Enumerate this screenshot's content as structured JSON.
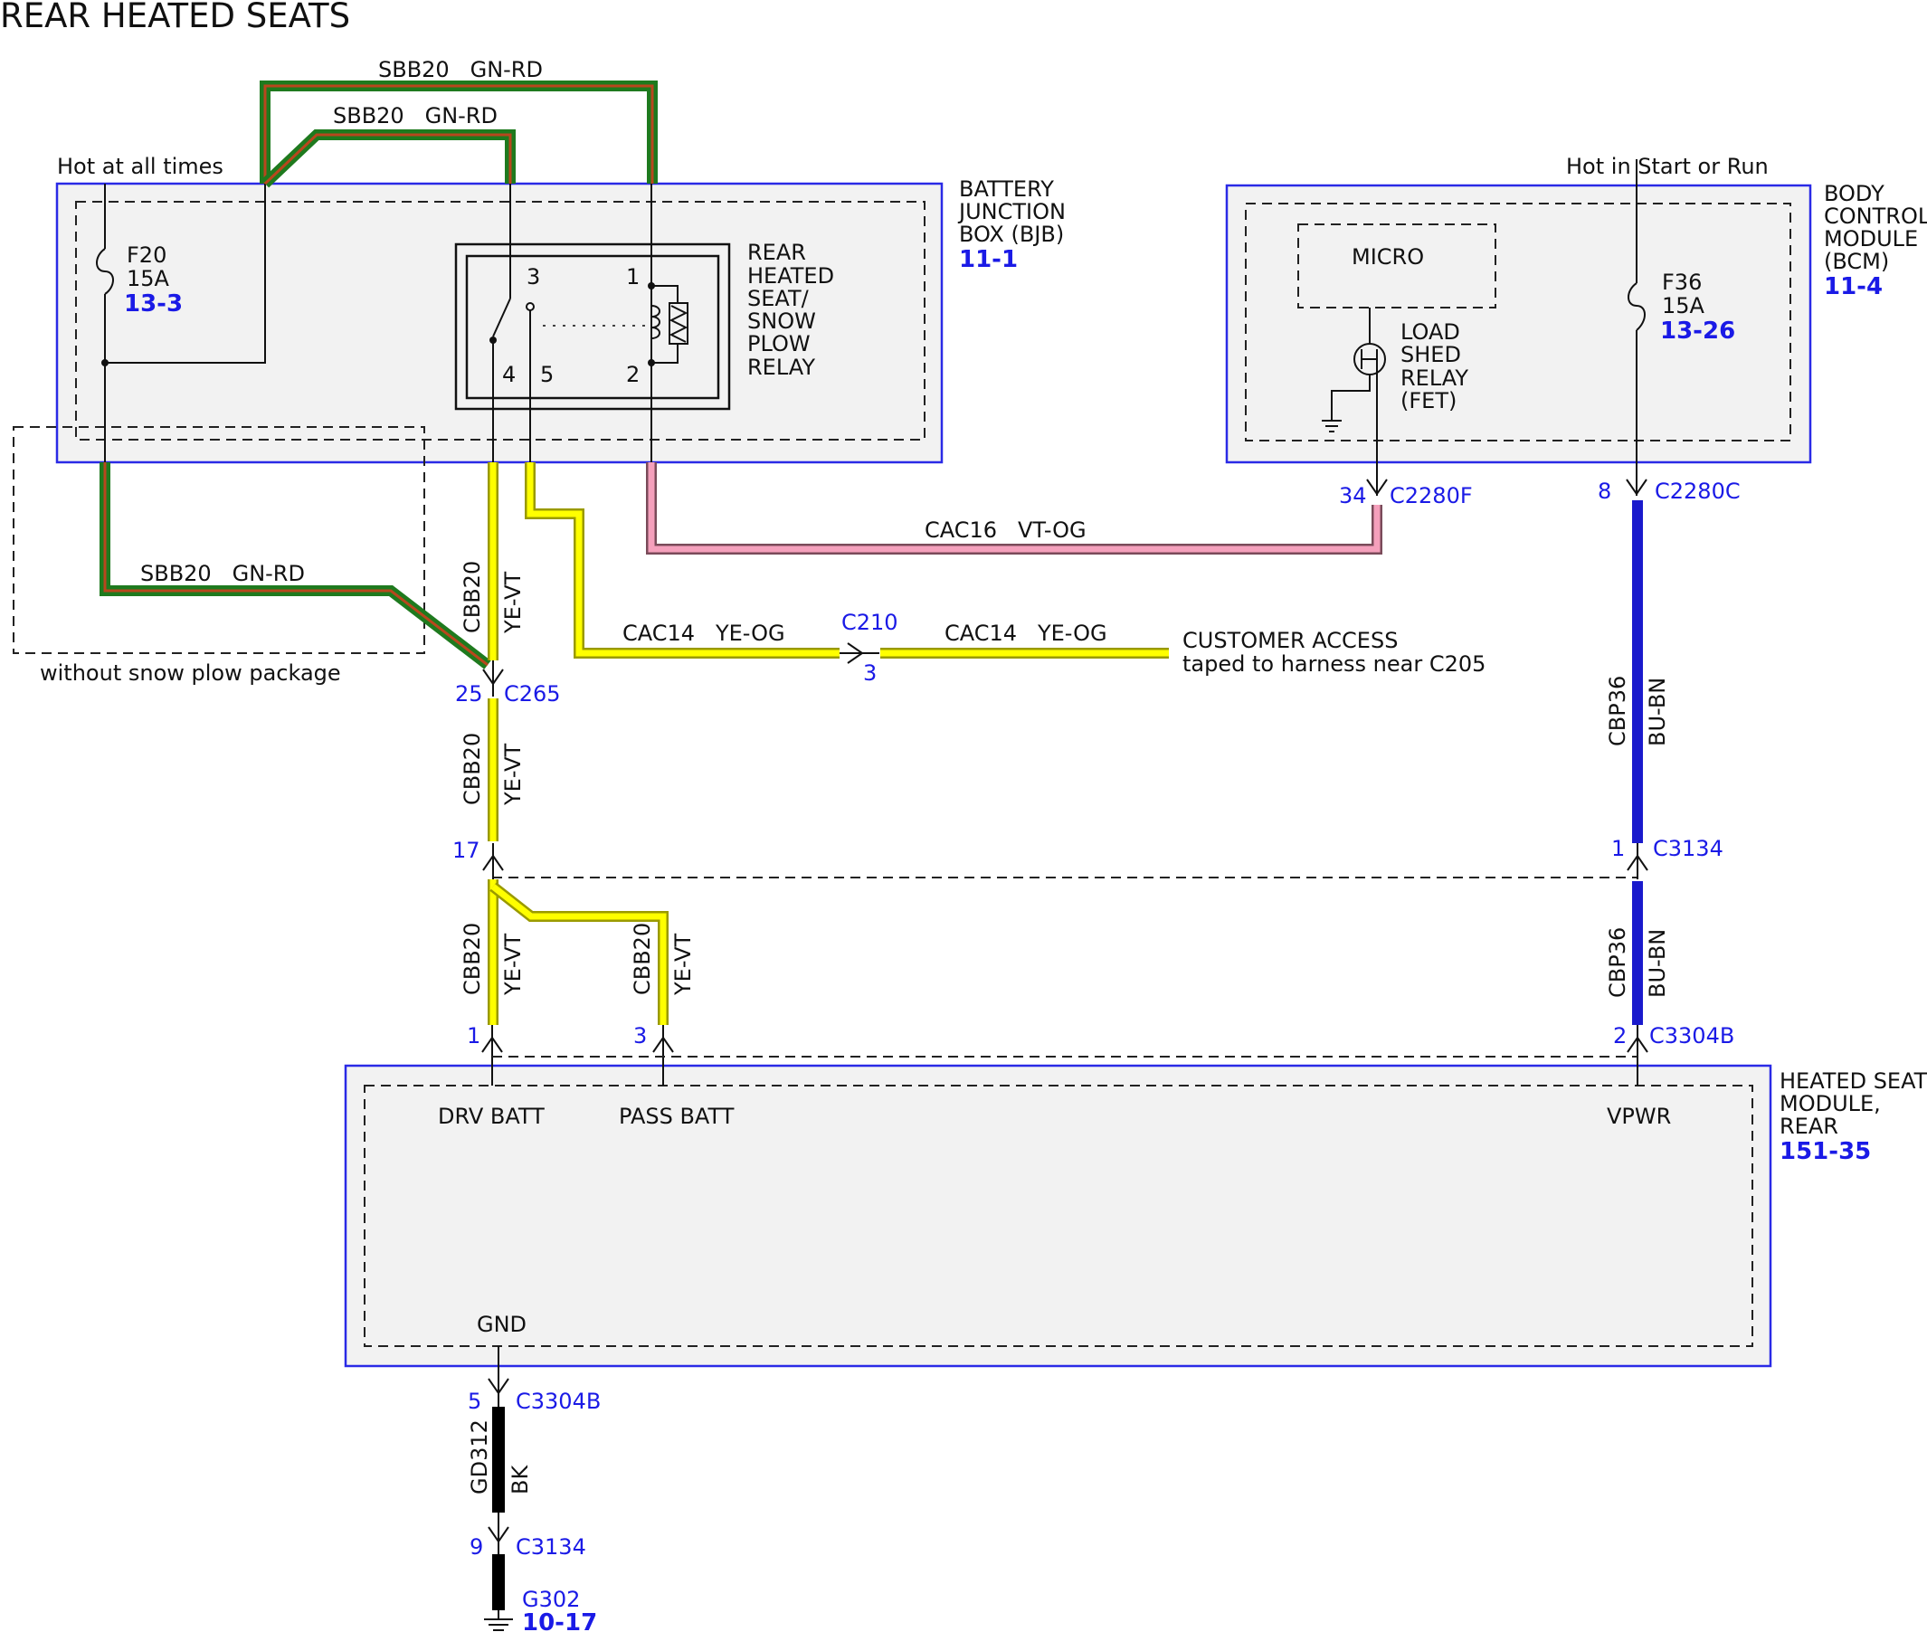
{
  "title": "REAR HEATED SEATS",
  "colors": {
    "gn_rd_outer": "#1e7a1e",
    "gn_rd_inner": "#b8471d",
    "ye_outer": "#9a9a00",
    "ye_inner": "#ffff00",
    "vt_og_outer": "#7a4b5a",
    "vt_og_inner": "#f5a0bc",
    "bu_bn": "#1a1acc",
    "bk": "#000000",
    "box_border": "#2a2ae6",
    "box_fill": "#f2f2f2",
    "label_blue": "#1a1ae6"
  },
  "wires": {
    "sbb20_top_outer": "SBB20   GN-RD",
    "sbb20_top_inner": "SBB20   GN-RD",
    "sbb20_bottom": "SBB20   GN-RD",
    "cac16": "CAC16   VT-OG",
    "cac14_left": "CAC14   YE-OG",
    "cac14_right": "CAC14   YE-OG",
    "cbb20_circuit": "CBB20",
    "cbb20_color": "YE-VT",
    "cbp36_circuit": "CBP36",
    "cbp36_color": "BU-BN",
    "gd312_circuit": "GD312",
    "gd312_color": "BK"
  },
  "bjb": {
    "hot_label": "Hot at all times",
    "name_lines": [
      "BATTERY",
      "JUNCTION",
      "BOX (BJB)"
    ],
    "ref": "11-1",
    "fuse": {
      "name": "F20",
      "rating": "15A",
      "ref": "13-3"
    },
    "relay": {
      "lines": [
        "REAR",
        "HEATED",
        "SEAT/",
        "SNOW",
        "PLOW",
        "RELAY"
      ],
      "pins": [
        "3",
        "1",
        "4",
        "5",
        "2"
      ]
    }
  },
  "bcm": {
    "hot_label": "Hot in Start or Run",
    "name_lines": [
      "BODY",
      "CONTROL",
      "MODULE",
      "(BCM)"
    ],
    "ref": "11-4",
    "micro": "MICRO",
    "fet_lines": [
      "LOAD",
      "SHED",
      "RELAY",
      "(FET)"
    ],
    "fuse": {
      "name": "F36",
      "rating": "15A",
      "ref": "13-26"
    }
  },
  "snow_plow_note": "without snow plow package",
  "customer_access": [
    "CUSTOMER ACCESS",
    "taped to harness near C205"
  ],
  "connectors": {
    "c2280f": {
      "pin": "34",
      "name": "C2280F"
    },
    "c2280c": {
      "pin": "8",
      "name": "C2280C"
    },
    "c265": {
      "pin": "25",
      "name": "C265"
    },
    "c210": {
      "pin": "3",
      "name": "C210"
    },
    "c17": {
      "pin": "17"
    },
    "c3134_top": {
      "pin": "1",
      "name": "C3134"
    },
    "c3304b_drv": {
      "pin": "1"
    },
    "c3304b_pass": {
      "pin": "3"
    },
    "c3304b_vpwr": {
      "pin": "2",
      "name": "C3304B"
    },
    "c3304b_gnd": {
      "pin": "5",
      "name": "C3304B"
    },
    "c3134_gnd": {
      "pin": "9",
      "name": "C3134"
    }
  },
  "hsm": {
    "name_lines": [
      "HEATED SEAT",
      "MODULE,",
      "REAR"
    ],
    "ref": "151-35",
    "pins": {
      "drv": "DRV BATT",
      "pass": "PASS BATT",
      "vpwr": "VPWR",
      "gnd": "GND"
    }
  },
  "ground": {
    "name": "G302",
    "ref": "10-17"
  }
}
